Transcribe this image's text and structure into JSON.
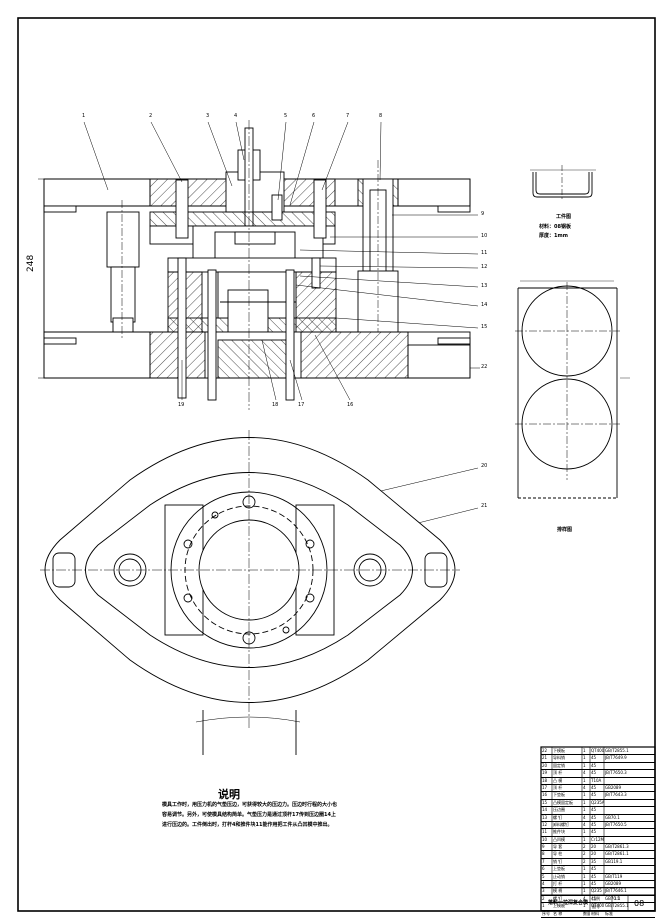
{
  "view_front": {
    "dimension_height": "248",
    "balloons": [
      "1",
      "2",
      "3",
      "4",
      "5",
      "6",
      "7",
      "8",
      "9",
      "10",
      "11",
      "12",
      "13",
      "14",
      "15",
      "16",
      "17",
      "18",
      "19",
      "20",
      "21",
      "22"
    ]
  },
  "workpiece": {
    "title": "工件图",
    "material": "材料：08钢板",
    "thickness": "厚度：1mm"
  },
  "layout": {
    "title": "排样图"
  },
  "notes": {
    "title": "说明",
    "text": "模具工作时，用压力机的气垫压边，可获得较大的压边力。压边时行程的大小也容易调节。另外，可使模具结构简单。气垫压力是通过顶杆17传到压边圈14上进行压边的。工件倒出时，打杆4和推件块11能作用把工件从凸凹模中推出。"
  },
  "title_block": {
    "rows": [
      {
        "no": "22",
        "name": "下模板",
        "qty": "1",
        "mat": "QT400",
        "std": "GB/T2855.1"
      },
      {
        "no": "21",
        "name": "导料销",
        "qty": "1",
        "mat": "45",
        "std": "JB/T7649.9"
      },
      {
        "no": "20",
        "name": "固定销",
        "qty": "1",
        "mat": "45",
        "std": ""
      },
      {
        "no": "19",
        "name": "顶 杆",
        "qty": "4",
        "mat": "45",
        "std": "JB/T7650.3"
      },
      {
        "no": "18",
        "name": "凸 模",
        "qty": "1",
        "mat": "T10A",
        "std": ""
      },
      {
        "no": "17",
        "name": "顶 杆",
        "qty": "4",
        "mat": "45",
        "std": "GB2089"
      },
      {
        "no": "16",
        "name": "下垫板",
        "qty": "1",
        "mat": "45",
        "std": "JB/T7643.3"
      },
      {
        "no": "15",
        "name": "凸模固定板",
        "qty": "1",
        "mat": "Q235A",
        "std": ""
      },
      {
        "no": "14",
        "name": "压边圈",
        "qty": "1",
        "mat": "45",
        "std": ""
      },
      {
        "no": "13",
        "name": "螺 钉",
        "qty": "4",
        "mat": "45",
        "std": "GB70.1"
      },
      {
        "no": "12",
        "name": "卸料螺钉",
        "qty": "4",
        "mat": "45",
        "std": "JB/T7650.5"
      },
      {
        "no": "11",
        "name": "推件块",
        "qty": "1",
        "mat": "45",
        "std": ""
      },
      {
        "no": "10",
        "name": "凸凹模",
        "qty": "1",
        "mat": "Cr12MoV",
        "std": ""
      },
      {
        "no": "9",
        "name": "导 套",
        "qty": "2",
        "mat": "20",
        "std": "GB/T2861.3"
      },
      {
        "no": "8",
        "name": "导 柱",
        "qty": "2",
        "mat": "20",
        "std": "GB/T2861.1"
      },
      {
        "no": "7",
        "name": "销 钉",
        "qty": "2",
        "mat": "35",
        "std": "GB119.1"
      },
      {
        "no": "6",
        "name": "上垫板",
        "qty": "1",
        "mat": "45",
        "std": ""
      },
      {
        "no": "5",
        "name": "止动销",
        "qty": "1",
        "mat": "45",
        "std": "GB/T119"
      },
      {
        "no": "4",
        "name": "打 杆",
        "qty": "1",
        "mat": "45",
        "std": "GB2089"
      },
      {
        "no": "3",
        "name": "模 柄",
        "qty": "1",
        "mat": "Q235",
        "std": "JB/T7646.1"
      },
      {
        "no": "2",
        "name": "螺 钉",
        "qty": "4",
        "mat": "45",
        "std": "GB70.1"
      },
      {
        "no": "1",
        "name": "上模板",
        "qty": "1",
        "mat": "QT400",
        "std": "GB/T2855.1"
      }
    ],
    "header": {
      "no": "序号",
      "name": "名 称",
      "qty": "数量",
      "mat": "材料",
      "std": "标准"
    },
    "drawing_name": "落料一拉深复合模",
    "scale_label": "比例",
    "scale": "1:1",
    "sheet_label": "图号",
    "drawing_no": "08"
  }
}
